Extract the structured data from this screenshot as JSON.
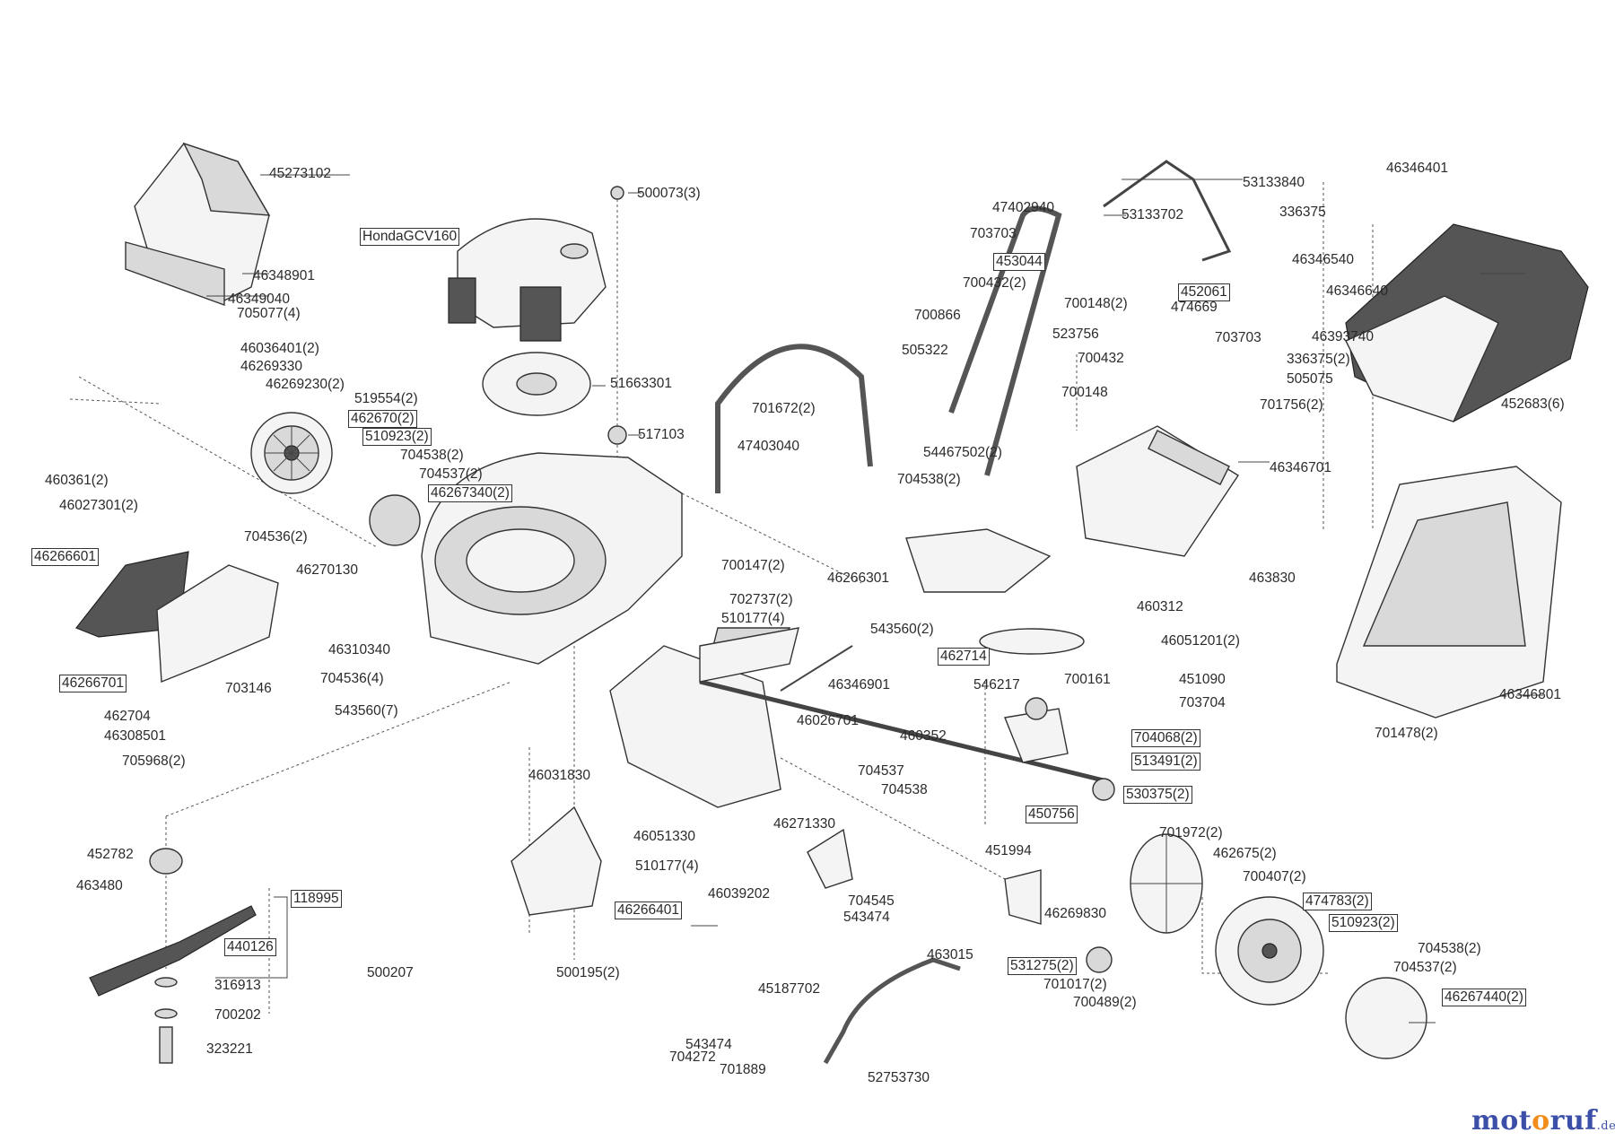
{
  "callouts": [
    {
      "id": "45273102",
      "text": "45273102",
      "boxed": false
    },
    {
      "id": "hondagcv160",
      "text": "HondaGCV160",
      "boxed": true
    },
    {
      "id": "500073-3",
      "text": "500073(3)",
      "boxed": false
    },
    {
      "id": "46348901",
      "text": "46348901",
      "boxed": false
    },
    {
      "id": "46349040",
      "text": "46349040",
      "boxed": false
    },
    {
      "id": "705077-4",
      "text": "705077(4)",
      "boxed": false
    },
    {
      "id": "46036401-2",
      "text": "46036401(2)",
      "boxed": false
    },
    {
      "id": "46269330",
      "text": "46269330",
      "boxed": false
    },
    {
      "id": "46269230-2",
      "text": "46269230(2)",
      "boxed": false
    },
    {
      "id": "519554-2",
      "text": "519554(2)",
      "boxed": false
    },
    {
      "id": "462670-2",
      "text": "462670(2)",
      "boxed": true
    },
    {
      "id": "510923-2a",
      "text": "510923(2)",
      "boxed": true
    },
    {
      "id": "704538-2a",
      "text": "704538(2)",
      "boxed": false
    },
    {
      "id": "704537-2a",
      "text": "704537(2)",
      "boxed": false
    },
    {
      "id": "46267340-2",
      "text": "46267340(2)",
      "boxed": true
    },
    {
      "id": "460361-2",
      "text": "460361(2)",
      "boxed": false
    },
    {
      "id": "46027301-2",
      "text": "46027301(2)",
      "boxed": false
    },
    {
      "id": "51663301",
      "text": "51663301",
      "boxed": false
    },
    {
      "id": "517103",
      "text": "517103",
      "boxed": false
    },
    {
      "id": "704536-2",
      "text": "704536(2)",
      "boxed": false
    },
    {
      "id": "46266601",
      "text": "46266601",
      "boxed": true
    },
    {
      "id": "46270130",
      "text": "46270130",
      "boxed": false
    },
    {
      "id": "46310340",
      "text": "46310340",
      "boxed": false
    },
    {
      "id": "704536-4",
      "text": "704536(4)",
      "boxed": false
    },
    {
      "id": "543560-7",
      "text": "543560(7)",
      "boxed": false
    },
    {
      "id": "46266701",
      "text": "46266701",
      "boxed": true
    },
    {
      "id": "462704",
      "text": "462704",
      "boxed": false
    },
    {
      "id": "46308501",
      "text": "46308501",
      "boxed": false
    },
    {
      "id": "703146",
      "text": "703146",
      "boxed": false
    },
    {
      "id": "705968-2",
      "text": "705968(2)",
      "boxed": false
    },
    {
      "id": "701672-2",
      "text": "701672(2)",
      "boxed": false
    },
    {
      "id": "47403040",
      "text": "47403040",
      "boxed": false
    },
    {
      "id": "700147-2",
      "text": "700147(2)",
      "boxed": false
    },
    {
      "id": "702737-2",
      "text": "702737(2)",
      "boxed": false
    },
    {
      "id": "510177-4a",
      "text": "510177(4)",
      "boxed": false
    },
    {
      "id": "543560-2",
      "text": "543560(2)",
      "boxed": false
    },
    {
      "id": "46346901",
      "text": "46346901",
      "boxed": false
    },
    {
      "id": "46026701",
      "text": "46026701",
      "boxed": false
    },
    {
      "id": "46031830",
      "text": "46031830",
      "boxed": false
    },
    {
      "id": "46051330",
      "text": "46051330",
      "boxed": false
    },
    {
      "id": "46271330",
      "text": "46271330",
      "boxed": false
    },
    {
      "id": "510177-4b",
      "text": "510177(4)",
      "boxed": false
    },
    {
      "id": "46039202",
      "text": "46039202",
      "boxed": false
    },
    {
      "id": "46266401",
      "text": "46266401",
      "boxed": true
    },
    {
      "id": "452782",
      "text": "452782",
      "boxed": false
    },
    {
      "id": "463480",
      "text": "463480",
      "boxed": false
    },
    {
      "id": "118995",
      "text": "118995",
      "boxed": true
    },
    {
      "id": "440126",
      "text": "440126",
      "boxed": true
    },
    {
      "id": "316913",
      "text": "316913",
      "boxed": false
    },
    {
      "id": "700202",
      "text": "700202",
      "boxed": false
    },
    {
      "id": "323221",
      "text": "323221",
      "boxed": false
    },
    {
      "id": "500207",
      "text": "500207",
      "boxed": false
    },
    {
      "id": "500195-2",
      "text": "500195(2)",
      "boxed": false
    },
    {
      "id": "47402940",
      "text": "47402940",
      "boxed": false
    },
    {
      "id": "53133840",
      "text": "53133840",
      "boxed": false
    },
    {
      "id": "53133702",
      "text": "53133702",
      "boxed": false
    },
    {
      "id": "703703a",
      "text": "703703",
      "boxed": false
    },
    {
      "id": "453044",
      "text": "453044",
      "boxed": true
    },
    {
      "id": "700432-2",
      "text": "700432(2)",
      "boxed": false
    },
    {
      "id": "452061",
      "text": "452061",
      "boxed": true
    },
    {
      "id": "700148-2",
      "text": "700148(2)",
      "boxed": false
    },
    {
      "id": "474669",
      "text": "474669",
      "boxed": false
    },
    {
      "id": "700866",
      "text": "700866",
      "boxed": false
    },
    {
      "id": "523756",
      "text": "523756",
      "boxed": false
    },
    {
      "id": "703703b",
      "text": "703703",
      "boxed": false
    },
    {
      "id": "505322",
      "text": "505322",
      "boxed": false
    },
    {
      "id": "700432",
      "text": "700432",
      "boxed": false
    },
    {
      "id": "700148",
      "text": "700148",
      "boxed": false
    },
    {
      "id": "54467502-2",
      "text": "54467502(2)",
      "boxed": false
    },
    {
      "id": "704538-2b",
      "text": "704538(2)",
      "boxed": false
    },
    {
      "id": "46346701",
      "text": "46346701",
      "boxed": false
    },
    {
      "id": "46266301",
      "text": "46266301",
      "boxed": false
    },
    {
      "id": "463830",
      "text": "463830",
      "boxed": false
    },
    {
      "id": "460312",
      "text": "460312",
      "boxed": false
    },
    {
      "id": "46051201-2",
      "text": "46051201(2)",
      "boxed": false
    },
    {
      "id": "462714",
      "text": "462714",
      "boxed": true
    },
    {
      "id": "546217",
      "text": "546217",
      "boxed": false
    },
    {
      "id": "700161",
      "text": "700161",
      "boxed": false
    },
    {
      "id": "451090",
      "text": "451090",
      "boxed": false
    },
    {
      "id": "703704",
      "text": "703704",
      "boxed": false
    },
    {
      "id": "460352",
      "text": "460352",
      "boxed": false
    },
    {
      "id": "704068-2",
      "text": "704068(2)",
      "boxed": true
    },
    {
      "id": "513491-2",
      "text": "513491(2)",
      "boxed": true
    },
    {
      "id": "530375-2",
      "text": "530375(2)",
      "boxed": true
    },
    {
      "id": "704537",
      "text": "704537",
      "boxed": false
    },
    {
      "id": "704538",
      "text": "704538",
      "boxed": false
    },
    {
      "id": "450756",
      "text": "450756",
      "boxed": true
    },
    {
      "id": "451994",
      "text": "451994",
      "boxed": false
    },
    {
      "id": "701972-2",
      "text": "701972(2)",
      "boxed": false
    },
    {
      "id": "462675-2",
      "text": "462675(2)",
      "boxed": false
    },
    {
      "id": "700407-2",
      "text": "700407(2)",
      "boxed": false
    },
    {
      "id": "474783-2",
      "text": "474783(2)",
      "boxed": true
    },
    {
      "id": "510923-2b",
      "text": "510923(2)",
      "boxed": true
    },
    {
      "id": "704545",
      "text": "704545",
      "boxed": false
    },
    {
      "id": "543474a",
      "text": "543474",
      "boxed": false
    },
    {
      "id": "46269830",
      "text": "46269830",
      "boxed": false
    },
    {
      "id": "463015",
      "text": "463015",
      "boxed": false
    },
    {
      "id": "531275-2",
      "text": "531275(2)",
      "boxed": true
    },
    {
      "id": "701017-2",
      "text": "701017(2)",
      "boxed": false
    },
    {
      "id": "700489-2",
      "text": "700489(2)",
      "boxed": false
    },
    {
      "id": "45187702",
      "text": "45187702",
      "boxed": false
    },
    {
      "id": "543474b",
      "text": "543474",
      "boxed": false
    },
    {
      "id": "704272",
      "text": "704272",
      "boxed": false
    },
    {
      "id": "701889",
      "text": "701889",
      "boxed": false
    },
    {
      "id": "52753730",
      "text": "52753730",
      "boxed": false
    },
    {
      "id": "704538-2c",
      "text": "704538(2)",
      "boxed": false
    },
    {
      "id": "704537-2b",
      "text": "704537(2)",
      "boxed": false
    },
    {
      "id": "46267440-2",
      "text": "46267440(2)",
      "boxed": true
    },
    {
      "id": "46346401",
      "text": "46346401",
      "boxed": false
    },
    {
      "id": "336375",
      "text": "336375",
      "boxed": false
    },
    {
      "id": "46346540",
      "text": "46346540",
      "boxed": false
    },
    {
      "id": "46346640",
      "text": "46346640",
      "boxed": false
    },
    {
      "id": "46393740",
      "text": "46393740",
      "boxed": false
    },
    {
      "id": "336375-2",
      "text": "336375(2)",
      "boxed": false
    },
    {
      "id": "505075",
      "text": "505075",
      "boxed": false
    },
    {
      "id": "701756-2",
      "text": "701756(2)",
      "boxed": false
    },
    {
      "id": "452683-6",
      "text": "452683(6)",
      "boxed": false
    },
    {
      "id": "46346801",
      "text": "46346801",
      "boxed": false
    },
    {
      "id": "701478-2",
      "text": "701478(2)",
      "boxed": false
    }
  ],
  "watermark": {
    "part1": "mot",
    "part2": "o",
    "part3": "ruf",
    "part4": ".de"
  },
  "colors": {
    "line": "#444444",
    "part_fill": "#f4f4f4",
    "watermark_blue": "#3b4fa8",
    "watermark_orange": "#f28c1a"
  }
}
